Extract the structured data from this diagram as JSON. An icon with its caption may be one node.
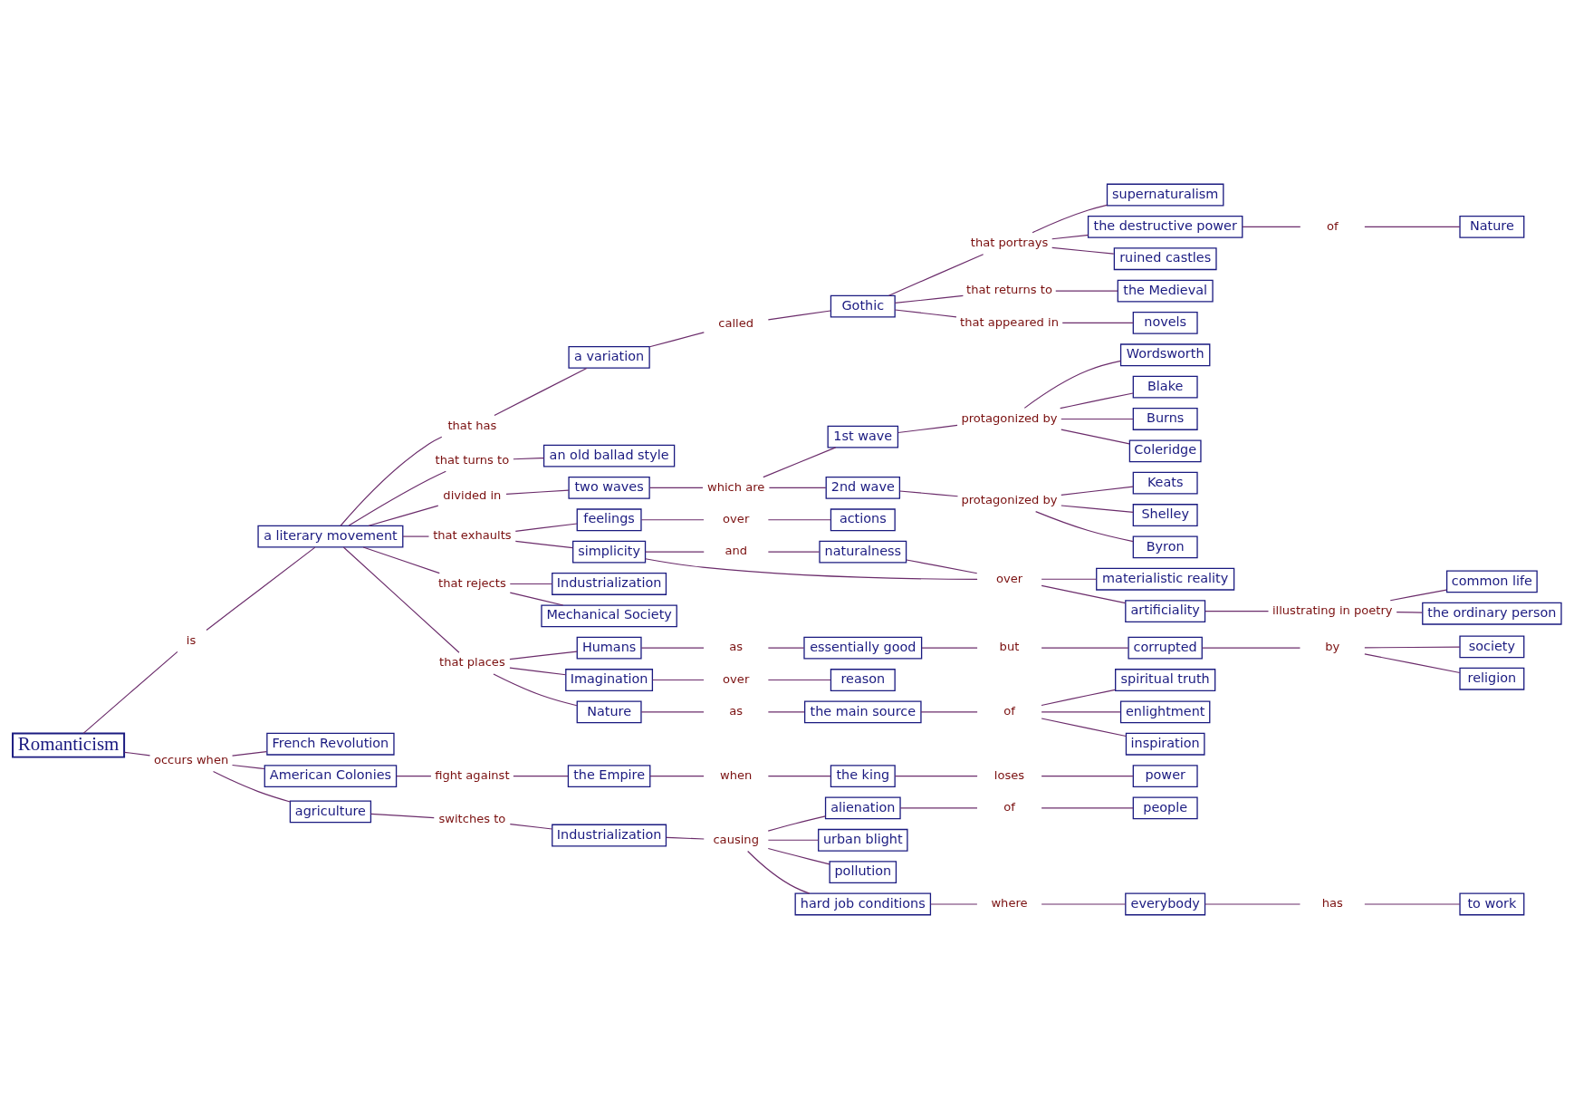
{
  "diagram": {
    "nodes": [
      {
        "text": [
          "Romanticism"
        ]
      },
      {
        "text": [
          "is"
        ]
      },
      {
        "text": [
          "a literary movement"
        ]
      },
      {
        "text": [
          "that has"
        ]
      },
      {
        "text": [
          "a variation"
        ]
      },
      {
        "text": [
          "called"
        ]
      },
      {
        "text": [
          "Gothic"
        ]
      },
      {
        "text": [
          "that portrays"
        ]
      },
      {
        "text": [
          "supernaturalism"
        ]
      },
      {
        "text": [
          "the destructive power"
        ]
      },
      {
        "text": [
          "of"
        ]
      },
      {
        "text": [
          "Nature"
        ]
      },
      {
        "text": [
          "ruined castles"
        ]
      },
      {
        "text": [
          "that returns to"
        ]
      },
      {
        "text": [
          "the Medieval"
        ]
      },
      {
        "text": [
          "that appeared in"
        ]
      },
      {
        "text": [
          "novels"
        ]
      },
      {
        "text": [
          "that turns to"
        ]
      },
      {
        "text": [
          "an old ballad style"
        ]
      },
      {
        "text": [
          "divided in"
        ]
      },
      {
        "text": [
          "two waves"
        ]
      },
      {
        "text": [
          "which are"
        ]
      },
      {
        "text": [
          "1st wave"
        ]
      },
      {
        "text": [
          "protagonized by"
        ]
      },
      {
        "text": [
          "Wordsworth"
        ]
      },
      {
        "text": [
          "Blake"
        ]
      },
      {
        "text": [
          "Burns"
        ]
      },
      {
        "text": [
          "Coleridge"
        ]
      },
      {
        "text": [
          "2nd wave"
        ]
      },
      {
        "text": [
          "protagonized by"
        ]
      },
      {
        "text": [
          "Keats"
        ]
      },
      {
        "text": [
          "Shelley"
        ]
      },
      {
        "text": [
          "Byron"
        ]
      },
      {
        "text": [
          "that exhaults"
        ]
      },
      {
        "text": [
          "feelings"
        ]
      },
      {
        "text": [
          "over"
        ]
      },
      {
        "text": [
          "actions"
        ]
      },
      {
        "text": [
          "simplicity"
        ]
      },
      {
        "text": [
          "and"
        ]
      },
      {
        "text": [
          "naturalness"
        ]
      },
      {
        "text": [
          "over"
        ]
      },
      {
        "text": [
          "materialistic reality"
        ]
      },
      {
        "text": [
          "artificiality"
        ]
      },
      {
        "text": [
          "illustrating in poetry"
        ]
      },
      {
        "text": [
          "common life"
        ]
      },
      {
        "text": [
          "the ordinary person"
        ]
      },
      {
        "text": [
          "that rejects"
        ]
      },
      {
        "text": [
          "Industrialization"
        ]
      },
      {
        "text": [
          "Mechanical Society"
        ]
      },
      {
        "text": [
          "that places"
        ]
      },
      {
        "text": [
          "Humans"
        ]
      },
      {
        "text": [
          "as"
        ]
      },
      {
        "text": [
          "essentially good"
        ]
      },
      {
        "text": [
          "but"
        ]
      },
      {
        "text": [
          "corrupted"
        ]
      },
      {
        "text": [
          "by"
        ]
      },
      {
        "text": [
          "society"
        ]
      },
      {
        "text": [
          "religion"
        ]
      },
      {
        "text": [
          "Imagination"
        ]
      },
      {
        "text": [
          "over"
        ]
      },
      {
        "text": [
          "reason"
        ]
      },
      {
        "text": [
          "Nature"
        ]
      },
      {
        "text": [
          "as"
        ]
      },
      {
        "text": [
          "the main source"
        ]
      },
      {
        "text": [
          "of"
        ]
      },
      {
        "text": [
          "spiritual truth"
        ]
      },
      {
        "text": [
          "enlightment"
        ]
      },
      {
        "text": [
          "inspiration"
        ]
      },
      {
        "text": [
          "occurs when"
        ]
      },
      {
        "text": [
          "French Revolution"
        ]
      },
      {
        "text": [
          "American Colonies"
        ]
      },
      {
        "text": [
          "fight against"
        ]
      },
      {
        "text": [
          "the Empire"
        ]
      },
      {
        "text": [
          "when"
        ]
      },
      {
        "text": [
          "the king"
        ]
      },
      {
        "text": [
          "loses"
        ]
      },
      {
        "text": [
          "power"
        ]
      },
      {
        "text": [
          "agriculture"
        ]
      },
      {
        "text": [
          "switches to"
        ]
      },
      {
        "text": [
          "Industrialization"
        ]
      },
      {
        "text": [
          "causing"
        ]
      },
      {
        "text": [
          "alienation"
        ]
      },
      {
        "text": [
          "of"
        ]
      },
      {
        "text": [
          "people"
        ]
      },
      {
        "text": [
          "urban blight"
        ]
      },
      {
        "text": [
          "pollution"
        ]
      },
      {
        "text": [
          "hard job conditions"
        ]
      },
      {
        "text": [
          "where"
        ]
      },
      {
        "text": [
          "everybody"
        ]
      },
      {
        "text": [
          "has"
        ]
      },
      {
        "text": [
          "to work"
        ]
      }
    ],
    "edges": [
      {
        "from": 0,
        "to": 1,
        "arrow": "none"
      },
      {
        "from": 1,
        "to": 2,
        "arrow": "none"
      },
      {
        "from": 2,
        "to": 3,
        "arrow": "none"
      },
      {
        "from": 3,
        "to": 4,
        "arrow": "none"
      },
      {
        "from": 4,
        "to": 5,
        "arrow": "none"
      },
      {
        "from": 5,
        "to": 6,
        "arrow": "none"
      },
      {
        "from": 6,
        "to": 7,
        "arrow": "none"
      },
      {
        "from": 7,
        "to": 8,
        "arrow": "none"
      },
      {
        "from": 7,
        "to": 9,
        "arrow": "none"
      },
      {
        "from": 7,
        "to": 12,
        "arrow": "none"
      },
      {
        "from": 9,
        "to": 10,
        "arrow": "none"
      },
      {
        "from": 10,
        "to": 11,
        "arrow": "none"
      },
      {
        "from": 6,
        "to": 13,
        "arrow": "none"
      },
      {
        "from": 13,
        "to": 14,
        "arrow": "none"
      },
      {
        "from": 6,
        "to": 15,
        "arrow": "none"
      },
      {
        "from": 15,
        "to": 16,
        "arrow": "none"
      },
      {
        "from": 2,
        "to": 17,
        "arrow": "none"
      },
      {
        "from": 17,
        "to": 18,
        "arrow": "none"
      },
      {
        "from": 2,
        "to": 19,
        "arrow": "none"
      },
      {
        "from": 19,
        "to": 20,
        "arrow": "none"
      },
      {
        "from": 20,
        "to": 21,
        "arrow": "none"
      },
      {
        "from": 21,
        "to": 22,
        "arrow": "none"
      },
      {
        "from": 21,
        "to": 28,
        "arrow": "none"
      },
      {
        "from": 22,
        "to": 23,
        "arrow": "none"
      },
      {
        "from": 23,
        "to": 24,
        "arrow": "none"
      },
      {
        "from": 23,
        "to": 25,
        "arrow": "none"
      },
      {
        "from": 23,
        "to": 26,
        "arrow": "none"
      },
      {
        "from": 23,
        "to": 27,
        "arrow": "none"
      },
      {
        "from": 28,
        "to": 29,
        "arrow": "none"
      },
      {
        "from": 29,
        "to": 30,
        "arrow": "none"
      },
      {
        "from": 29,
        "to": 31,
        "arrow": "none"
      },
      {
        "from": 29,
        "to": 32,
        "arrow": "none"
      },
      {
        "from": 2,
        "to": 33,
        "arrow": "none"
      },
      {
        "from": 33,
        "to": 34,
        "arrow": "none"
      },
      {
        "from": 33,
        "to": 37,
        "arrow": "none"
      },
      {
        "from": 34,
        "to": 35,
        "arrow": "none"
      },
      {
        "from": 35,
        "to": 36,
        "arrow": "none"
      },
      {
        "from": 37,
        "to": 38,
        "arrow": "none"
      },
      {
        "from": 38,
        "to": 39,
        "arrow": "none"
      },
      {
        "from": 39,
        "to": 40,
        "arrow": "none"
      },
      {
        "from": 37,
        "to": 40,
        "arrow": "none"
      },
      {
        "from": 40,
        "to": 41,
        "arrow": "none"
      },
      {
        "from": 40,
        "to": 42,
        "arrow": "none"
      },
      {
        "from": 42,
        "to": 43,
        "arrow": "none"
      },
      {
        "from": 43,
        "to": 44,
        "arrow": "none"
      },
      {
        "from": 43,
        "to": 45,
        "arrow": "none"
      },
      {
        "from": 2,
        "to": 46,
        "arrow": "none"
      },
      {
        "from": 46,
        "to": 47,
        "arrow": "none"
      },
      {
        "from": 46,
        "to": 48,
        "arrow": "none"
      },
      {
        "from": 2,
        "to": 49,
        "arrow": "none"
      },
      {
        "from": 49,
        "to": 50,
        "arrow": "none"
      },
      {
        "from": 49,
        "to": 58,
        "arrow": "none"
      },
      {
        "from": 49,
        "to": 61,
        "arrow": "none"
      },
      {
        "from": 50,
        "to": 51,
        "arrow": "none"
      },
      {
        "from": 51,
        "to": 52,
        "arrow": "none"
      },
      {
        "from": 52,
        "to": 53,
        "arrow": "none"
      },
      {
        "from": 53,
        "to": 54,
        "arrow": "none"
      },
      {
        "from": 54,
        "to": 55,
        "arrow": "none"
      },
      {
        "from": 55,
        "to": 56,
        "arrow": "none"
      },
      {
        "from": 55,
        "to": 57,
        "arrow": "none"
      },
      {
        "from": 58,
        "to": 59,
        "arrow": "none"
      },
      {
        "from": 59,
        "to": 60,
        "arrow": "none"
      },
      {
        "from": 61,
        "to": 62,
        "arrow": "none"
      },
      {
        "from": 62,
        "to": 63,
        "arrow": "none"
      },
      {
        "from": 63,
        "to": 64,
        "arrow": "none"
      },
      {
        "from": 64,
        "to": 65,
        "arrow": "none"
      },
      {
        "from": 64,
        "to": 66,
        "arrow": "none"
      },
      {
        "from": 64,
        "to": 67,
        "arrow": "none"
      },
      {
        "from": 0,
        "to": 68,
        "arrow": "none"
      },
      {
        "from": 68,
        "to": 69,
        "arrow": "none"
      },
      {
        "from": 68,
        "to": 70,
        "arrow": "none"
      },
      {
        "from": 68,
        "to": 77,
        "arrow": "none"
      },
      {
        "from": 70,
        "to": 71,
        "arrow": "none"
      },
      {
        "from": 71,
        "to": 72,
        "arrow": "none"
      },
      {
        "from": 72,
        "to": 73,
        "arrow": "none"
      },
      {
        "from": 73,
        "to": 74,
        "arrow": "none"
      },
      {
        "from": 74,
        "to": 75,
        "arrow": "none"
      },
      {
        "from": 75,
        "to": 76,
        "arrow": "none"
      },
      {
        "from": 77,
        "to": 78,
        "arrow": "none"
      },
      {
        "from": 78,
        "to": 79,
        "arrow": "none"
      },
      {
        "from": 79,
        "to": 80,
        "arrow": "none"
      },
      {
        "from": 80,
        "to": 81,
        "arrow": "none"
      },
      {
        "from": 80,
        "to": 84,
        "arrow": "none"
      },
      {
        "from": 80,
        "to": 85,
        "arrow": "none"
      },
      {
        "from": 80,
        "to": 86,
        "arrow": "none"
      },
      {
        "from": 81,
        "to": 82,
        "arrow": "none"
      },
      {
        "from": 82,
        "to": 83,
        "arrow": "none"
      },
      {
        "from": 86,
        "to": 87,
        "arrow": "none"
      },
      {
        "from": 87,
        "to": 88,
        "arrow": "none"
      },
      {
        "from": 88,
        "to": 89,
        "arrow": "none"
      },
      {
        "from": 89,
        "to": 90,
        "arrow": "none"
      }
    ]
  }
}
